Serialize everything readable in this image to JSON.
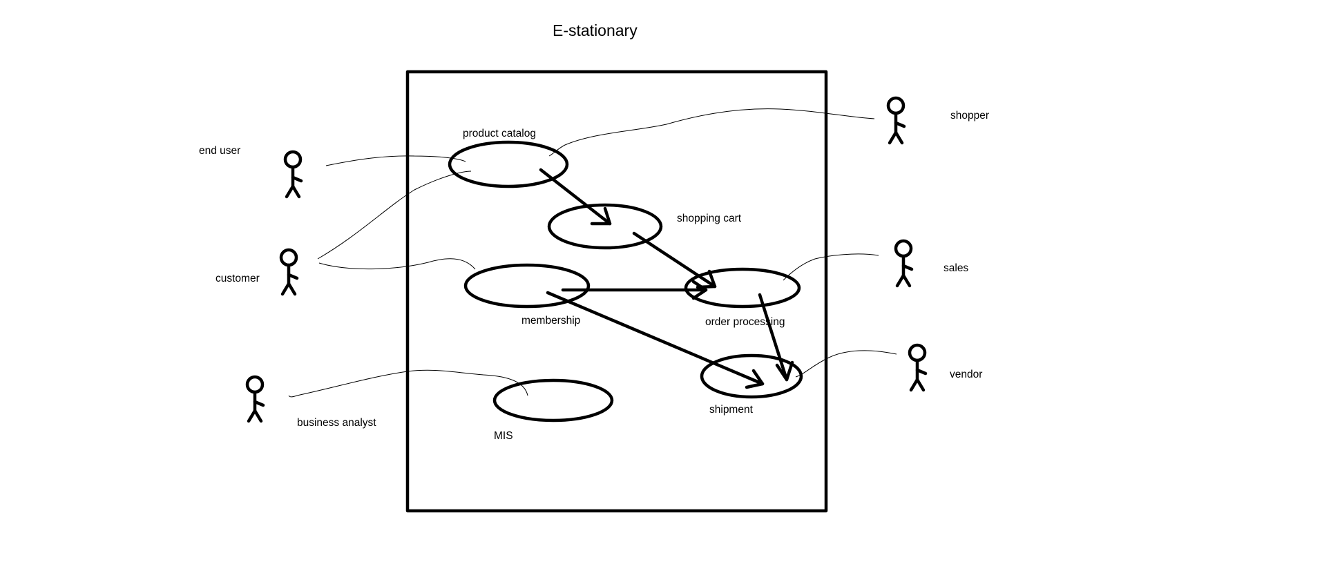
{
  "title": "E-stationary",
  "actors": {
    "end_user": "end user",
    "customer": "customer",
    "business_analyst": "business analyst",
    "shopper": "shopper",
    "sales": "sales",
    "vendor": "vendor"
  },
  "use_cases": {
    "product_catalog": "product catalog",
    "shopping_cart": "shopping cart",
    "membership": "membership",
    "order_processing": "order processing",
    "shipment": "shipment",
    "mis": "MIS"
  }
}
